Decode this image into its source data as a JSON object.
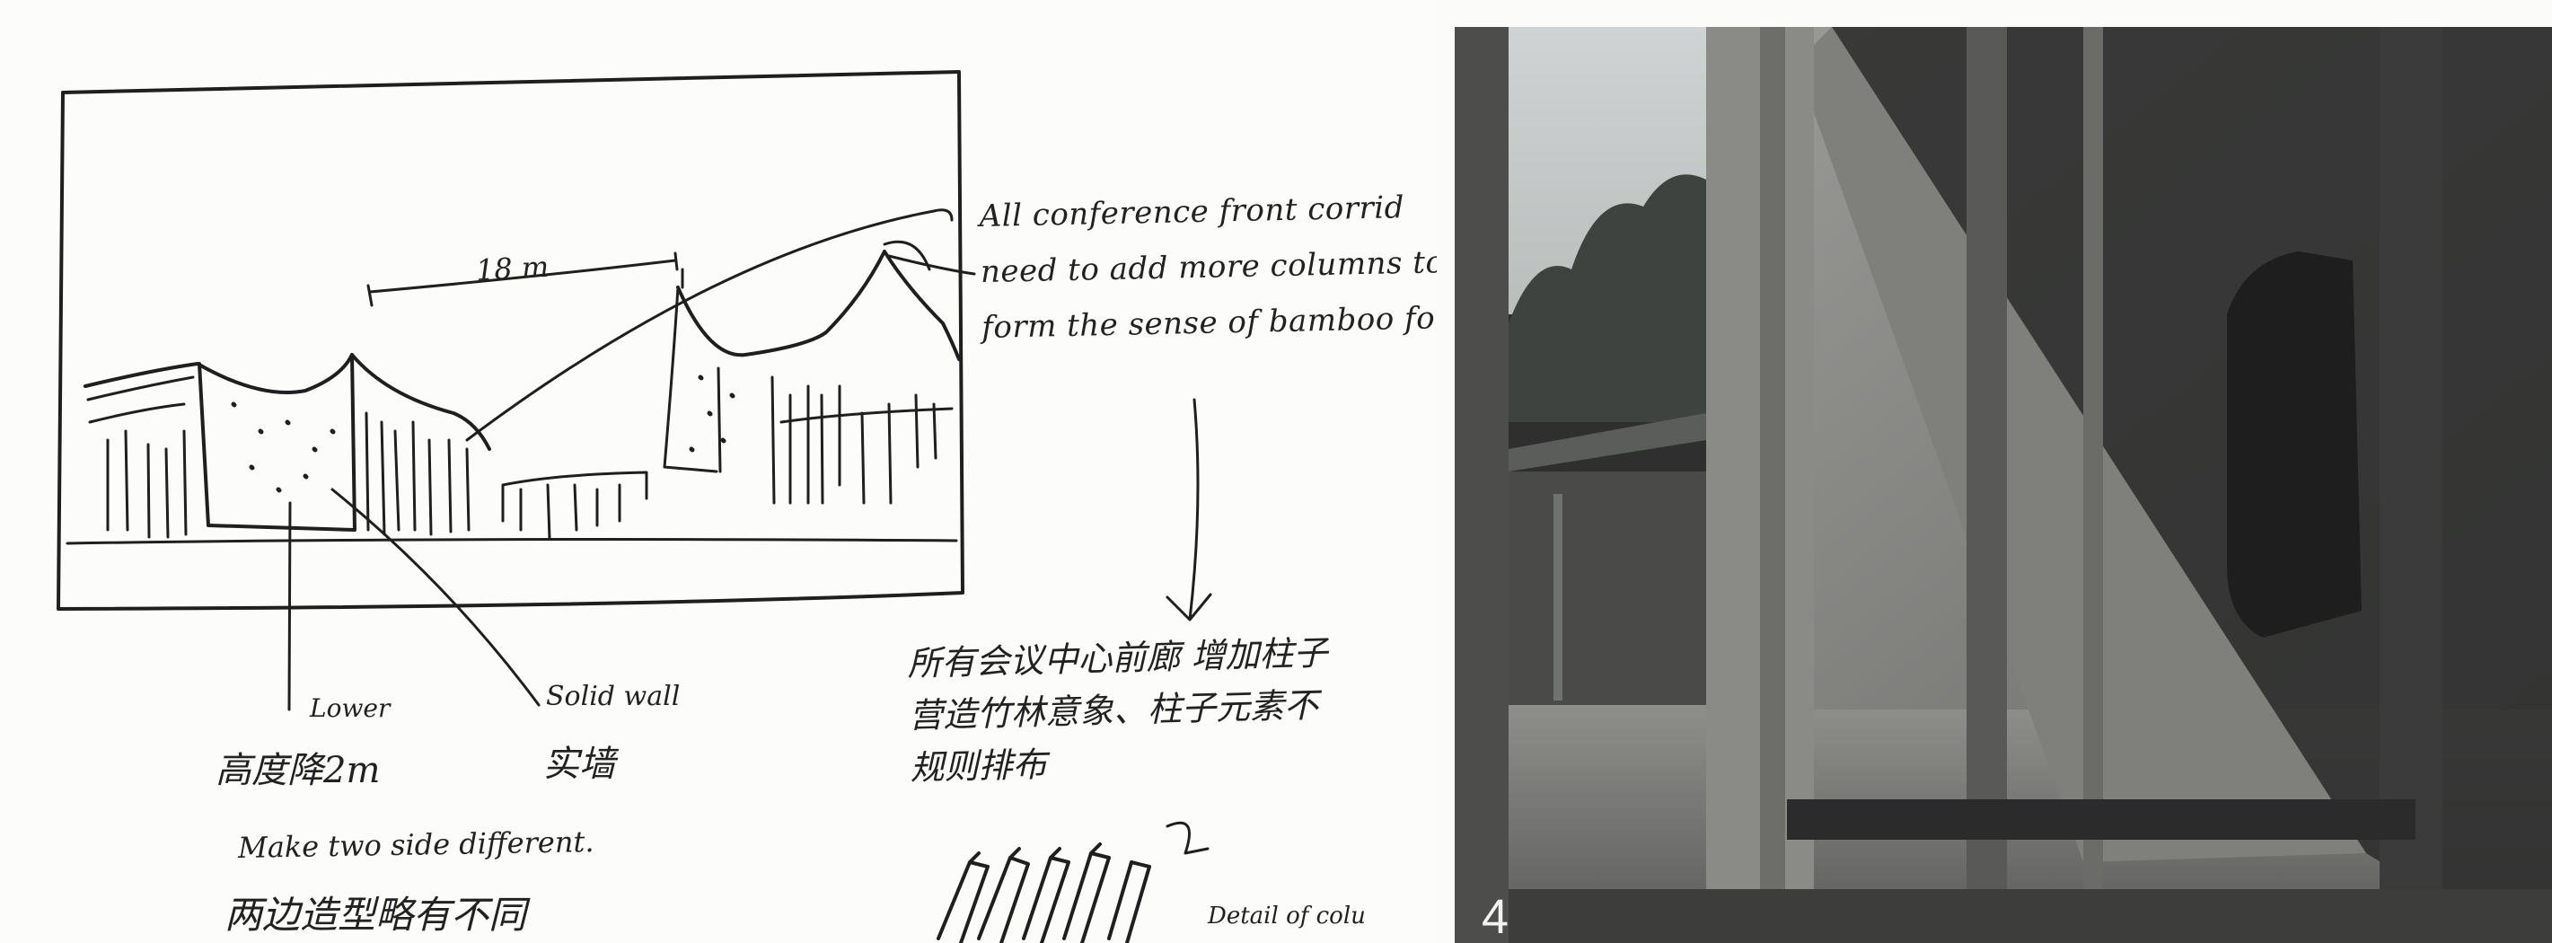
{
  "sketch": {
    "dimension_label": "18 m",
    "note_en": [
      "All conference front corrid",
      "need to add more columns to",
      "form the sense of bamboo fore"
    ],
    "note_cn": [
      "所有会议中心前廊 增加柱子",
      "营造竹林意象、柱子元素不",
      "规则排布"
    ],
    "lower_label_en": "Lower",
    "lower_label_cn": "高度降2m",
    "solid_wall_en": "Solid wall",
    "solid_wall_cn": "实墙",
    "make_two_side_en": "Make two side different.",
    "make_two_side_cn": "两边造型略有不同",
    "detail_label": "Detail of colu",
    "detail_marker": "2"
  },
  "photo": {
    "figure_number": "4",
    "tone": "#2f2f2f"
  },
  "colors": {
    "ink": "#222222",
    "paper": "#fcfcfa"
  }
}
